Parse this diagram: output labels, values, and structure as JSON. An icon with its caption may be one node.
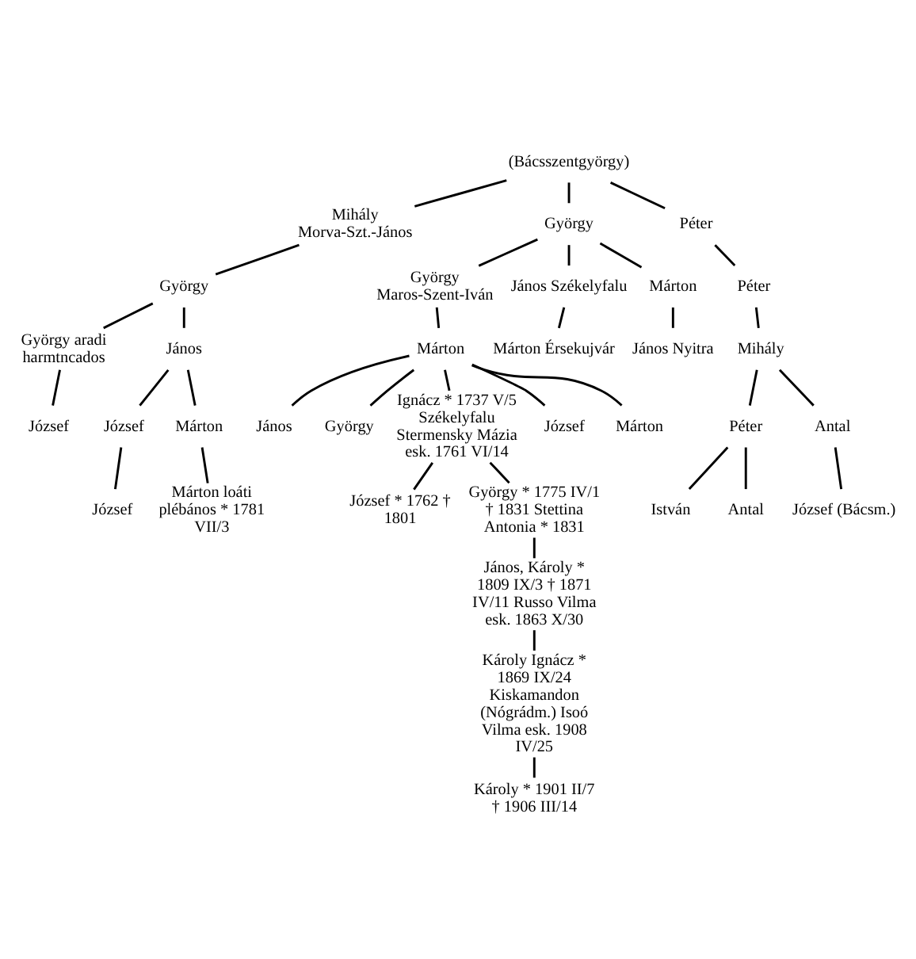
{
  "diagram": {
    "nodes": [
      {
        "text": [
          "(Bácsszentgyörgy)"
        ]
      },
      {
        "text": [
          "Mihály Morva-Szt.-János"
        ]
      },
      {
        "text": [
          "György"
        ]
      },
      {
        "text": [
          "György Maros-Szent-Iván"
        ]
      },
      {
        "text": [
          "János Székelyfalu"
        ]
      },
      {
        "text": [
          "Márton"
        ]
      },
      {
        "text": [
          "György"
        ]
      },
      {
        "text": [
          "János Nyitra"
        ]
      },
      {
        "text": [
          "Márton Érsekujvár"
        ]
      },
      {
        "text": [
          "Márton"
        ]
      },
      {
        "text": [
          "György aradi harmtncados"
        ]
      },
      {
        "text": [
          "János"
        ]
      },
      {
        "text": [
          "József"
        ]
      },
      {
        "text": [
          "Márton"
        ]
      },
      {
        "text": [
          "János"
        ]
      },
      {
        "text": [
          "György"
        ]
      },
      {
        "text": [
          "Ignácz * 1737 V/5 Székelyfalu Stermensky Mázia esk. 1761 VI/14"
        ]
      },
      {
        "text": [
          "József"
        ]
      },
      {
        "text": [
          "Márton"
        ]
      },
      {
        "text": [
          "József"
        ]
      },
      {
        "text": [
          "Márton loáti plébános * 1781 VII/3"
        ]
      },
      {
        "text": [
          "József"
        ]
      },
      {
        "text": [
          "József * 1762 † 1801"
        ]
      },
      {
        "text": [
          "György * 1775 IV/1 † 1831 Stettina Antonia * 1831"
        ]
      },
      {
        "text": [
          "János, Károly * 1809 IX/3 † 1871 IV/11 Russo Vilma esk. 1863 X/30"
        ]
      },
      {
        "text": [
          "Károly Ignácz * 1869 IX/24 Kiskamandon (Nógrádm.) Isoó Vilma esk. 1908 IV/25"
        ]
      },
      {
        "text": [
          "Péter"
        ]
      },
      {
        "text": [
          "Károly * 1901 II/7 † 1906 III/14"
        ]
      },
      {
        "text": [
          "Péter"
        ]
      },
      {
        "text": [
          "Mihály"
        ]
      },
      {
        "text": [
          "Péter"
        ]
      },
      {
        "text": [
          "Antal"
        ]
      },
      {
        "text": [
          "István"
        ]
      },
      {
        "text": [
          "Antal"
        ]
      },
      {
        "text": [
          "József (Bácsm.)"
        ]
      }
    ],
    "edges": [
      {
        "from": 0,
        "to": 1,
        "arrow": "none"
      },
      {
        "from": 0,
        "to": 2,
        "arrow": "none"
      },
      {
        "from": 0,
        "to": 26,
        "arrow": "none"
      },
      {
        "from": 1,
        "to": 6,
        "arrow": "none"
      },
      {
        "from": 2,
        "to": 3,
        "arrow": "none"
      },
      {
        "from": 2,
        "to": 4,
        "arrow": "none"
      },
      {
        "from": 2,
        "to": 5,
        "arrow": "none"
      },
      {
        "from": 5,
        "to": 7,
        "arrow": "none"
      },
      {
        "from": 4,
        "to": 8,
        "arrow": "none"
      },
      {
        "from": 3,
        "to": 9,
        "arrow": "none"
      },
      {
        "from": 6,
        "to": 10,
        "arrow": "none"
      },
      {
        "from": 6,
        "to": 11,
        "arrow": "none"
      },
      {
        "from": 11,
        "to": 12,
        "arrow": "none"
      },
      {
        "from": 11,
        "to": 13,
        "arrow": "none"
      },
      {
        "from": 9,
        "to": 14,
        "arrow": "none"
      },
      {
        "from": 9,
        "to": 15,
        "arrow": "none"
      },
      {
        "from": 9,
        "to": 16,
        "arrow": "none"
      },
      {
        "from": 9,
        "to": 17,
        "arrow": "none"
      },
      {
        "from": 9,
        "to": 18,
        "arrow": "none"
      },
      {
        "from": 12,
        "to": 19,
        "arrow": "none"
      },
      {
        "from": 13,
        "to": 20,
        "arrow": "none"
      },
      {
        "from": 10,
        "to": 21,
        "arrow": "none"
      },
      {
        "from": 16,
        "to": 22,
        "arrow": "none"
      },
      {
        "from": 16,
        "to": 23,
        "arrow": "none"
      },
      {
        "from": 23,
        "to": 24,
        "arrow": "none"
      },
      {
        "from": 24,
        "to": 25,
        "arrow": "none"
      },
      {
        "from": 25,
        "to": 27,
        "arrow": "none"
      },
      {
        "from": 26,
        "to": 28,
        "arrow": "none"
      },
      {
        "from": 28,
        "to": 29,
        "arrow": "none"
      },
      {
        "from": 29,
        "to": 30,
        "arrow": "none"
      },
      {
        "from": 29,
        "to": 31,
        "arrow": "none"
      },
      {
        "from": 30,
        "to": 32,
        "arrow": "none"
      },
      {
        "from": 30,
        "to": 33,
        "arrow": "none"
      },
      {
        "from": 31,
        "to": 34,
        "arrow": "none"
      }
    ]
  }
}
